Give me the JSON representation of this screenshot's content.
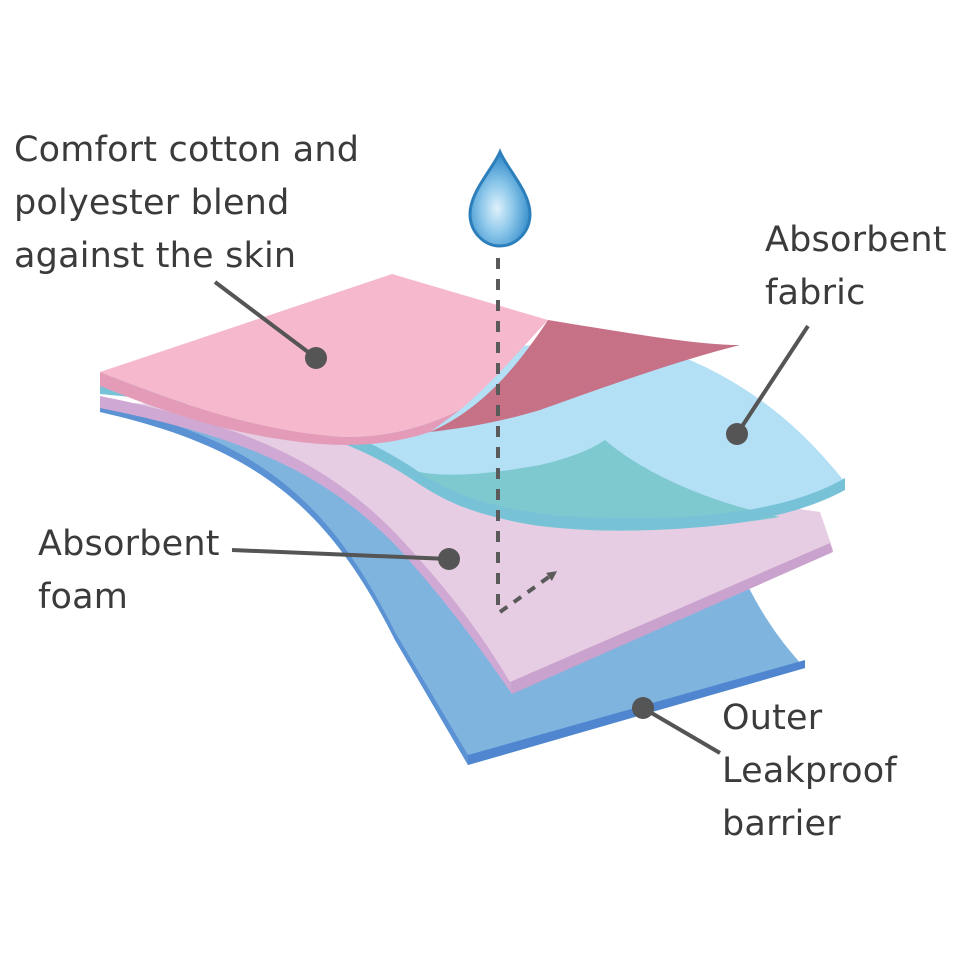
{
  "labels": {
    "comfort_layer": [
      "Comfort cotton and",
      "polyester blend",
      "against the skin"
    ],
    "absorbent_fabric": [
      "Absorbent",
      "fabric"
    ],
    "absorbent_foam": [
      "Absorbent",
      "foam"
    ],
    "outer_barrier": [
      "Outer",
      "Leakproof",
      "barrier"
    ]
  },
  "colors": {
    "comfort_layer": "#f5b8cd",
    "comfort_layer_underside": "#c77187",
    "absorbent_fabric": "#b3e0f5",
    "absorbent_fabric_underside": "#7ec8d0",
    "absorbent_foam": "#e6cde3",
    "outer_barrier": "#7fb4df",
    "outer_barrier_edge": "#4f86cf",
    "water_drop": "#2f8ac7",
    "leader_line": "#555555"
  },
  "icons": {
    "drop": "water-drop-icon",
    "flow_arrow": "dashed-arrow-icon"
  }
}
